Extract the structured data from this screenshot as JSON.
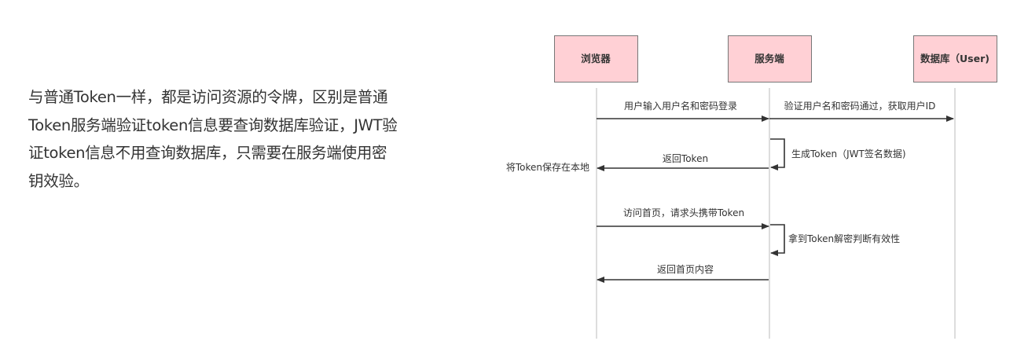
{
  "description": {
    "lines": [
      "与普通Token一样，都是访问资源的令牌，区别是普通",
      "Token服务端验证token信息要查询数据库验证，JWT验",
      "证token信息不用查询数据库，只需要在服务端使用密",
      "钥效验。"
    ]
  },
  "diagram": {
    "participants": [
      "浏览器",
      "服务端",
      "数据库（User)"
    ],
    "messages": {
      "login": "用户输入用户名和密码登录",
      "verify": "验证用户名和密码通过，获取用户ID",
      "generate": "生成Token（JWT签名数据)",
      "return_token": "返回Token",
      "save_local": "将Token保存在本地",
      "visit": "访问首页，请求头携带Token",
      "decrypt": "拿到Token解密判断有效性",
      "return_content": "返回首页内容"
    },
    "colors": {
      "participant_fill": "#ffd0d5",
      "line": "#333333"
    }
  }
}
